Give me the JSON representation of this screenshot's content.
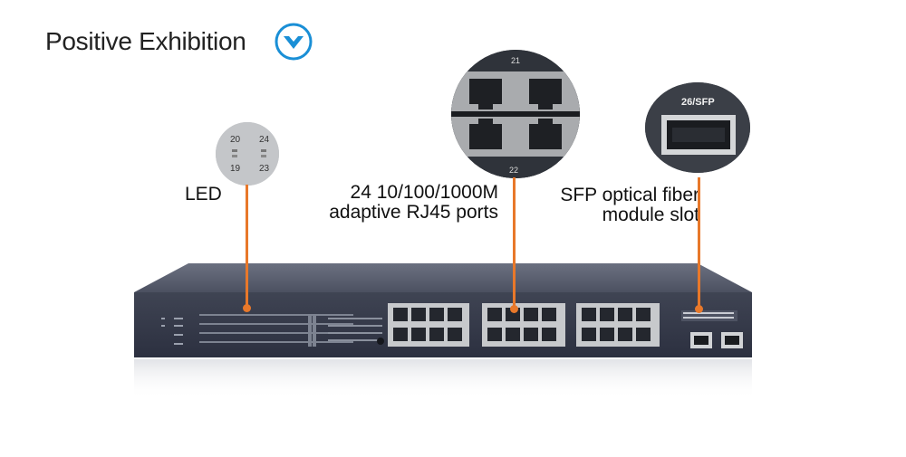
{
  "title": "Positive Exhibition",
  "icon": "chevron-down-circle-icon",
  "accent": "#1a8fd6",
  "callout_color": "#e8782a",
  "callouts": {
    "led": {
      "label": "LED",
      "zoom_numbers": [
        "20",
        "24",
        "19",
        "23"
      ]
    },
    "rj45": {
      "line1": "24 10/100/1000M",
      "line2": "adaptive RJ45 ports",
      "zoom_numbers": [
        "21",
        "22"
      ]
    },
    "sfp": {
      "line1": "SFP optical fiber",
      "line2": "module slot",
      "zoom_label": "26/SFP"
    }
  }
}
